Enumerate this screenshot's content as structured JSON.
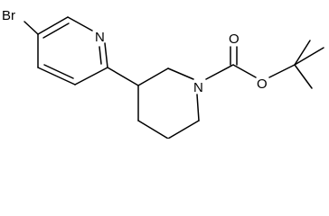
{
  "atoms": {
    "bromine": "Br",
    "pyridine_nitrogen": "N",
    "piperidine_nitrogen": "N",
    "carbonyl_oxygen": "O",
    "ester_oxygen": "O"
  }
}
